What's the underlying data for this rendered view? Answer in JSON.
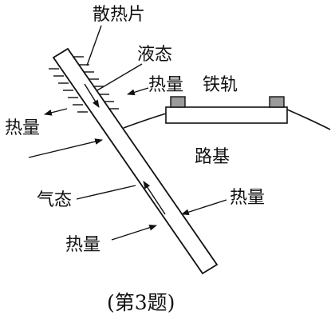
{
  "labels": {
    "heat_sink": "散热片",
    "liquid_state": "液态",
    "heat_top_right": "热量",
    "rail": "铁轨",
    "heat_left": "热量",
    "roadbed": "路基",
    "gas_state": "气态",
    "heat_right": "热量",
    "heat_bottom": "热量"
  },
  "caption": "(第3题)"
}
